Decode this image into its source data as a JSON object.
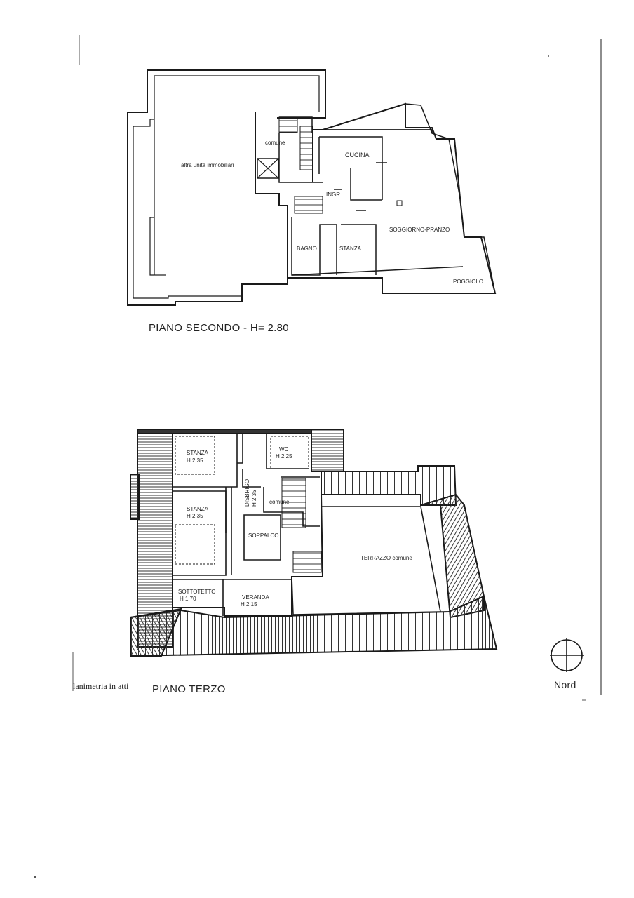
{
  "floor2": {
    "title": "PIANO SECONDO - H= 2.80",
    "rooms": {
      "other_unit": "altra unità immobiliari",
      "comune": "comune",
      "cucina": "CUCINA",
      "ingr": "INGR",
      "soggiorno": "SOGGIORNO-PRANZO",
      "bagno": "BAGNO",
      "stanza": "STANZA",
      "poggiolo": "POGGIOLO"
    }
  },
  "floor3": {
    "title": "PIANO TERZO",
    "rooms": {
      "stanza1": "STANZA",
      "stanza1_h": "H 2.35",
      "wc": "WC",
      "wc_h": "H 2.25",
      "disbrigo": "DISBRIGO",
      "disbrigo_h": "H 2.35",
      "comune": "comune",
      "stanza2": "STANZA",
      "stanza2_h": "H 2.35",
      "soppalco": "SOPPALCO",
      "terrazzo": "TERRAZZO comune",
      "sottotetto": "SOTTOTETTO",
      "sottotetto_h": "H 1.70",
      "veranda": "VERANDA",
      "veranda_h": "H 2.15"
    }
  },
  "footer": {
    "note": "lanimetria in atti",
    "north": "Nord"
  }
}
